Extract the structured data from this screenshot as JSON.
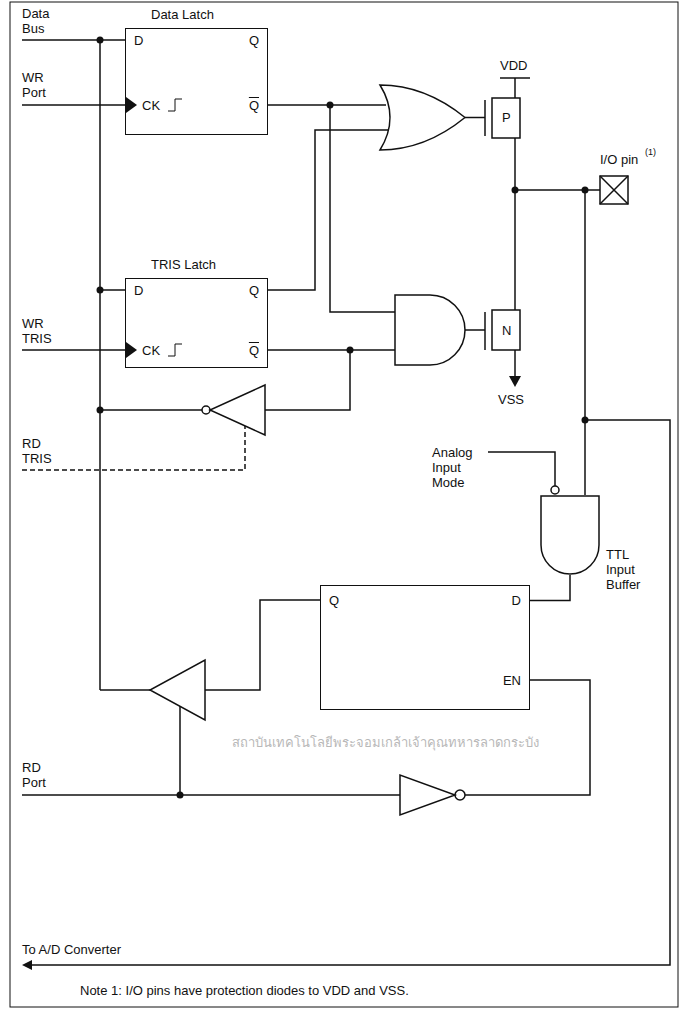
{
  "diagram": {
    "nodes": [
      {
        "text": [
          "Data Latch",
          "D",
          "Q",
          "CK",
          "Q"
        ]
      },
      {
        "text": [
          "TRIS Latch",
          "D",
          "Q",
          "CK",
          "Q"
        ]
      },
      {
        "text": [
          "Q",
          "D",
          "EN"
        ]
      },
      {
        "text": [
          "TTL Input Buffer"
        ]
      }
    ],
    "edges": [
      {
        "from": 3,
        "to": 2,
        "arrow": "none"
      }
    ],
    "labels": [
      "Data Bus",
      "WR Port",
      "WR TRIS",
      "RD TRIS",
      "RD Port",
      "VDD",
      "P",
      "N",
      "VSS",
      "I/O pin",
      "(1)",
      "Analog Input Mode",
      "To A/D Converter",
      "Note 1: I/O pins have protection diodes to VDD and VSS.",
      "สถาบันเทคโนโลยีพระจอมเกล้าเจ้าคุณทหารลาดกระบัง"
    ]
  }
}
